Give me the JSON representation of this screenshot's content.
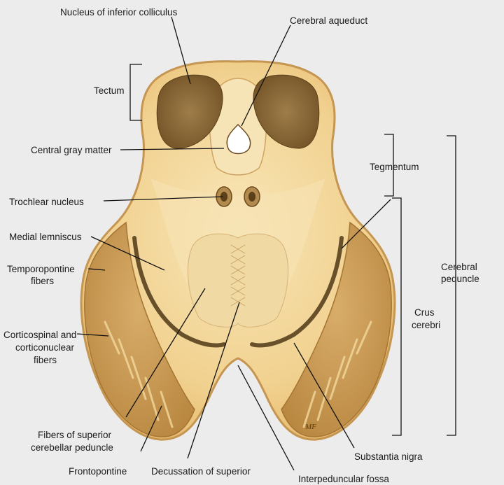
{
  "labels": {
    "nucleus_inferior_colliculus": "Nucleus of inferior colliculus",
    "cerebral_aqueduct": "Cerebral aqueduct",
    "tectum": "Tectum",
    "central_gray_matter": "Central gray matter",
    "tegmentum": "Tegmentum",
    "trochlear_nucleus": "Trochlear nucleus",
    "medial_lemniscus": "Medial lemniscus",
    "temporopontine_1": "Temporopontine",
    "temporopontine_2": "fibers",
    "cerebral_peduncle_1": "Cerebral",
    "cerebral_peduncle_2": "peduncle",
    "crus_cerebri_1": "Crus",
    "crus_cerebri_2": "cerebri",
    "corticospinal_1": "Corticospinal and",
    "corticospinal_2": "corticonuclear",
    "corticospinal_3": "fibers",
    "fibers_superior_cerebellar_1": "Fibers of superior",
    "fibers_superior_cerebellar_2": "cerebellar peduncle",
    "substantia_nigra": "Substantia nigra",
    "frontopontine": "Frontopontine",
    "decussation_superior": "Decussation of superior",
    "interpeduncular_fossa": "Interpeduncular fossa"
  },
  "artist_signature": "MF",
  "colors": {
    "background": "#ececec",
    "tissue": "#f0cf8c",
    "tissue_light": "#f6e2b0",
    "nucleus": "#8a6a3a",
    "substantia_nigra": "#5a4020",
    "peduncle": "#c99a5a",
    "line": "#1a1a1a"
  }
}
